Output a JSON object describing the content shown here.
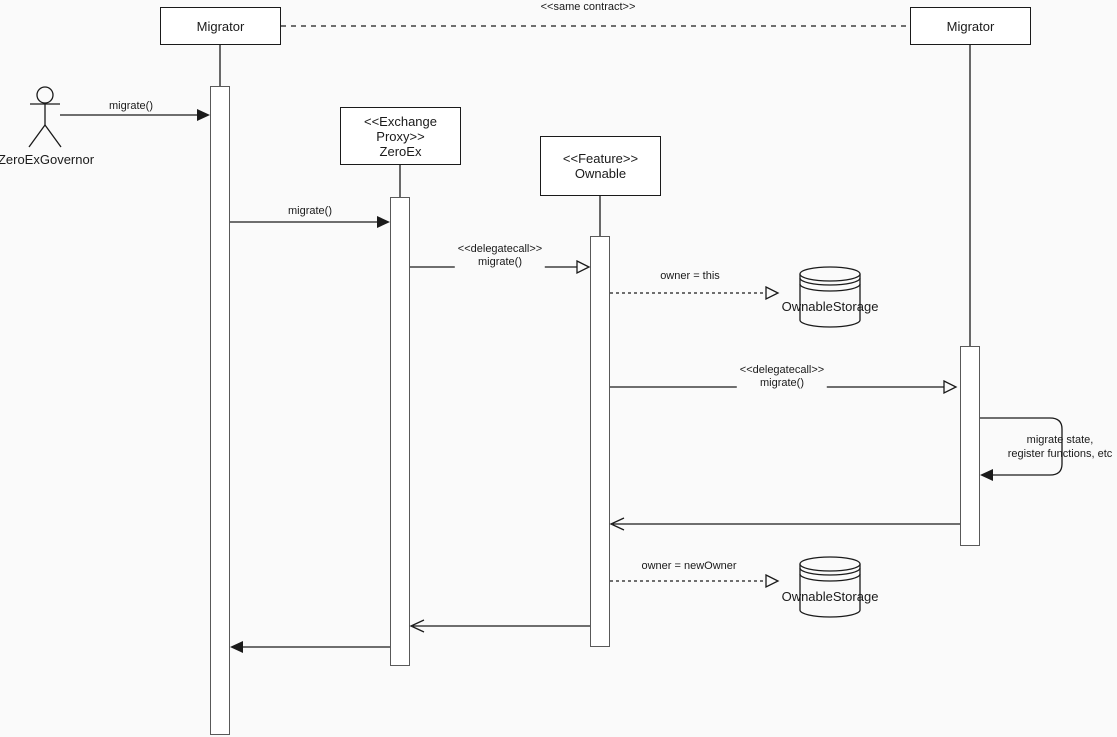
{
  "colors": {
    "background": "#fafafa",
    "stroke": "#1a1a1a",
    "bar_border": "#595959",
    "shape_fill": "#ffffff"
  },
  "actor": {
    "label": "ZeroExGovernor"
  },
  "annotation": {
    "same_contract": "<<same contract>>"
  },
  "lifelines": {
    "migrator_left": {
      "title": "Migrator"
    },
    "exchange_proxy": {
      "stereotype": "<<Exchange Proxy>>",
      "name": "ZeroEx"
    },
    "feature_ownable": {
      "stereotype": "<<Feature>>",
      "name": "Ownable"
    },
    "migrator_right": {
      "title": "Migrator"
    }
  },
  "messages": {
    "actor_migrate": {
      "label": "migrate()"
    },
    "migrator_migrate": {
      "label": "migrate()"
    },
    "proxy_delegatecall": {
      "stereotype": "<<delegatecall>>",
      "label": "migrate()"
    },
    "owner_this": {
      "label": "owner = this"
    },
    "ownable_delegatecall": {
      "stereotype": "<<delegatecall>>",
      "label": "migrate()"
    },
    "self_call": {
      "line1": "migrate state,",
      "line2": "register functions, etc"
    },
    "owner_newowner": {
      "label": "owner = newOwner"
    }
  },
  "storages": {
    "top": {
      "label": "OwnableStorage"
    },
    "bottom": {
      "label": "OwnableStorage"
    }
  }
}
